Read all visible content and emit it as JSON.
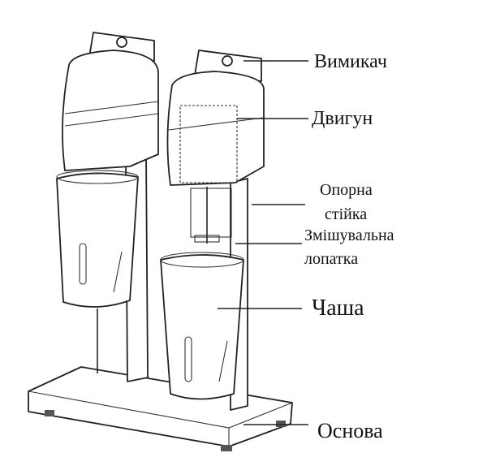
{
  "diagram": {
    "subject": "milkshake-mixer",
    "labels": {
      "switch": "Вимикач",
      "motor": "Двигун",
      "support_line1": "Опорна",
      "support_line2": "стійка",
      "paddle_line1": "Змішувальна",
      "paddle_line2": "лопатка",
      "cup": "Чаша",
      "base": "Основа"
    }
  }
}
